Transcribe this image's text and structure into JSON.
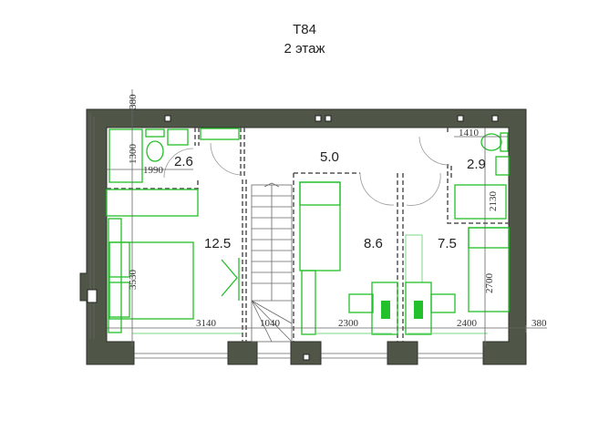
{
  "header": {
    "title": "Т84",
    "subtitle": "2 этаж"
  },
  "rooms": [
    {
      "name": "bathroom-left",
      "area": "2.6"
    },
    {
      "name": "hall",
      "area": "5.0"
    },
    {
      "name": "bathroom-right",
      "area": "2.9"
    },
    {
      "name": "bedroom-main",
      "area": "12.5"
    },
    {
      "name": "bedroom-middle",
      "area": "8.6"
    },
    {
      "name": "bedroom-right",
      "area": "7.5"
    }
  ],
  "dimensions": {
    "top_wall": "380",
    "right_wall": "380",
    "bath_left_height": "1300",
    "bath_left_width": "1990",
    "bath_right_width": "1410",
    "shower_right": "2130",
    "bedroom_main_depth": "3530",
    "bedroom_right_depth": "2700",
    "bottom": [
      "3140",
      "1040",
      "2300",
      "2400"
    ]
  },
  "colors": {
    "wall": "#4f5647",
    "furniture": "#22c02a"
  }
}
